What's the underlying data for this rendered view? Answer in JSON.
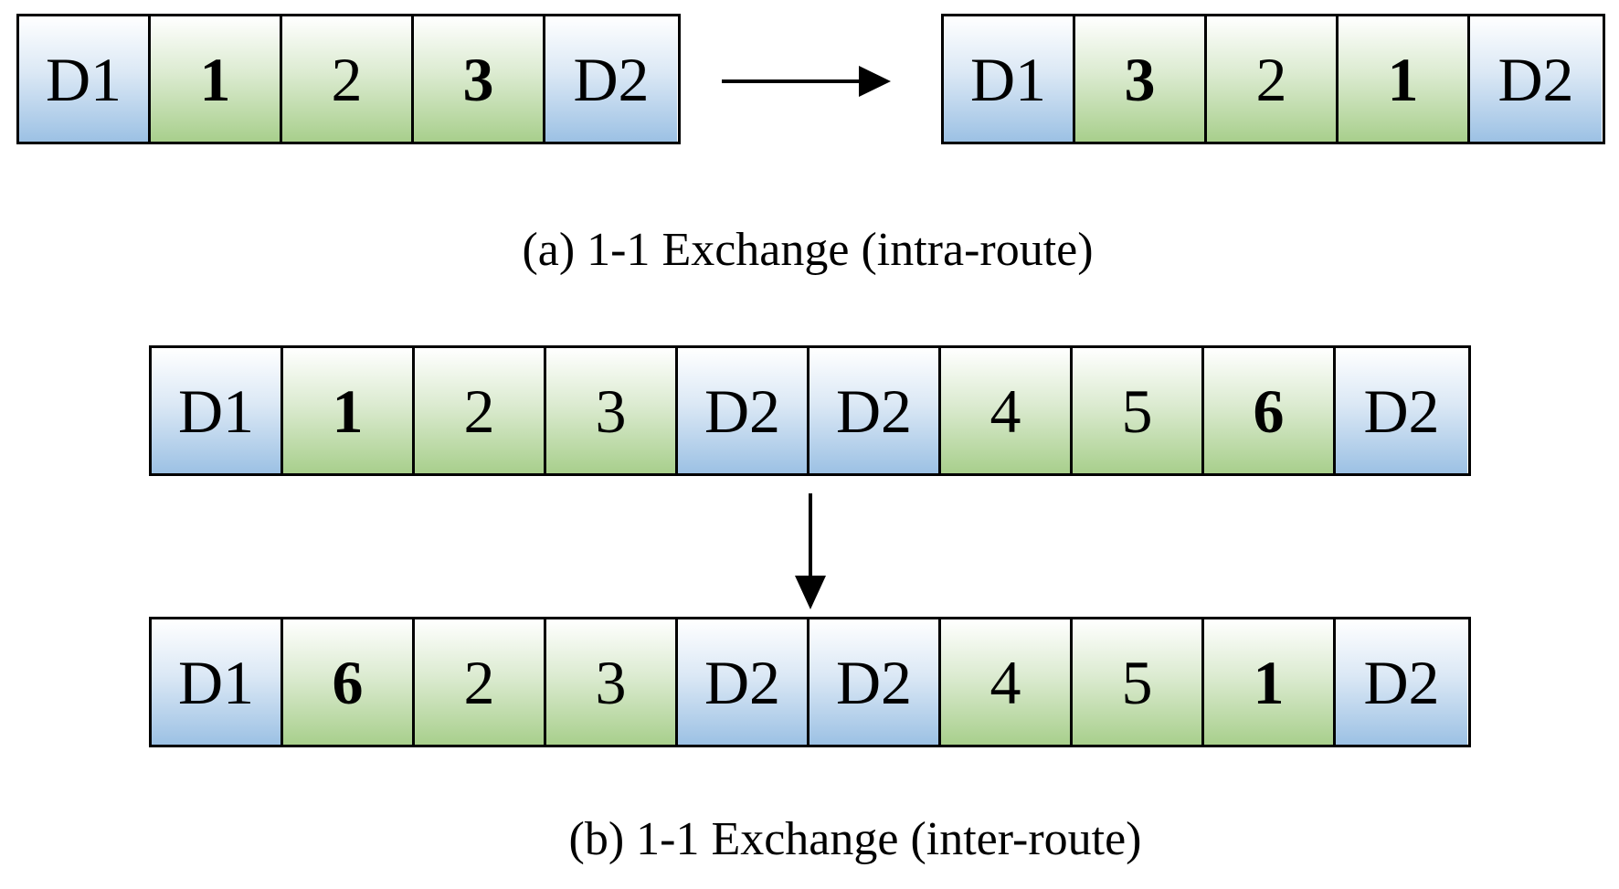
{
  "panel_a": {
    "before": [
      {
        "label": "D1",
        "kind": "depot",
        "bold": false
      },
      {
        "label": "1",
        "kind": "customer",
        "bold": true
      },
      {
        "label": "2",
        "kind": "customer",
        "bold": false
      },
      {
        "label": "3",
        "kind": "customer",
        "bold": true
      },
      {
        "label": "D2",
        "kind": "depot",
        "bold": false
      }
    ],
    "after": [
      {
        "label": "D1",
        "kind": "depot",
        "bold": false
      },
      {
        "label": "3",
        "kind": "customer",
        "bold": true
      },
      {
        "label": "2",
        "kind": "customer",
        "bold": false
      },
      {
        "label": "1",
        "kind": "customer",
        "bold": true
      },
      {
        "label": "D2",
        "kind": "depot",
        "bold": false
      }
    ],
    "caption": "(a) 1-1 Exchange (intra-route)"
  },
  "panel_b": {
    "before": [
      {
        "label": "D1",
        "kind": "depot",
        "bold": false
      },
      {
        "label": "1",
        "kind": "customer",
        "bold": true
      },
      {
        "label": "2",
        "kind": "customer",
        "bold": false
      },
      {
        "label": "3",
        "kind": "customer",
        "bold": false
      },
      {
        "label": "D2",
        "kind": "depot",
        "bold": false
      },
      {
        "label": "D2",
        "kind": "depot",
        "bold": false
      },
      {
        "label": "4",
        "kind": "customer",
        "bold": false
      },
      {
        "label": "5",
        "kind": "customer",
        "bold": false
      },
      {
        "label": "6",
        "kind": "customer",
        "bold": true
      },
      {
        "label": "D2",
        "kind": "depot",
        "bold": false
      }
    ],
    "after": [
      {
        "label": "D1",
        "kind": "depot",
        "bold": false
      },
      {
        "label": "6",
        "kind": "customer",
        "bold": true
      },
      {
        "label": "2",
        "kind": "customer",
        "bold": false
      },
      {
        "label": "3",
        "kind": "customer",
        "bold": false
      },
      {
        "label": "D2",
        "kind": "depot",
        "bold": false
      },
      {
        "label": "D2",
        "kind": "depot",
        "bold": false
      },
      {
        "label": "4",
        "kind": "customer",
        "bold": false
      },
      {
        "label": "5",
        "kind": "customer",
        "bold": false
      },
      {
        "label": "1",
        "kind": "customer",
        "bold": true
      },
      {
        "label": "D2",
        "kind": "depot",
        "bold": false
      }
    ],
    "caption": "(b) 1-1 Exchange (inter-route)"
  },
  "colors": {
    "depot_fill": "#9cc1e4",
    "customer_fill": "#a8cf8c",
    "border": "#000000"
  }
}
